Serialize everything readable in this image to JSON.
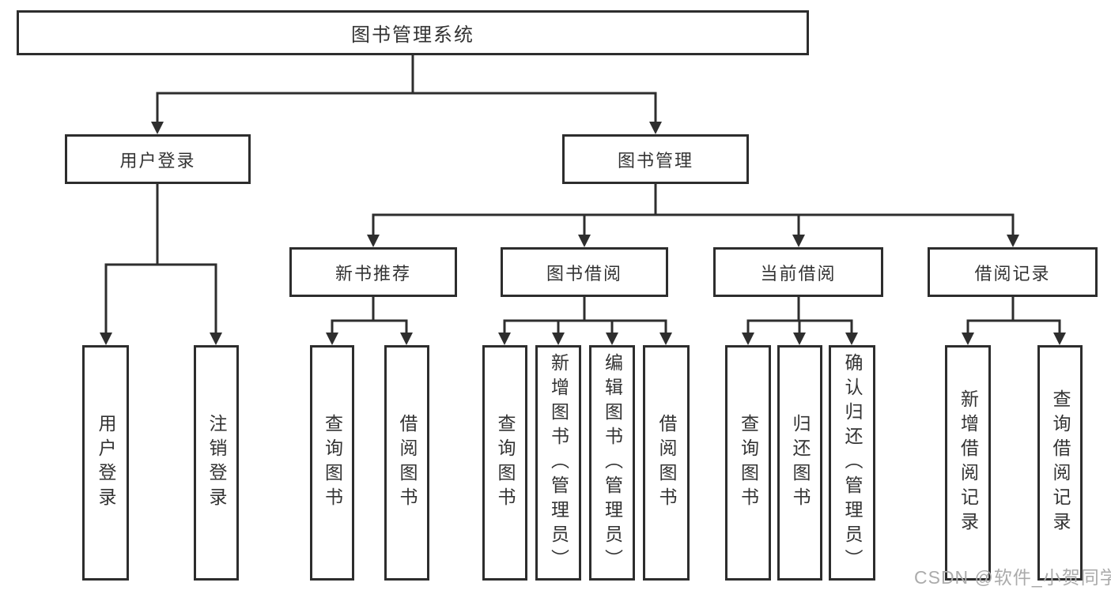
{
  "diagram": {
    "colors": {
      "line": "#2e2e2e",
      "box_border": "#2d2d2d",
      "text": "#333333",
      "background": "#ffffff",
      "watermark": "#ababab"
    },
    "nodes": {
      "root": "图书管理系统",
      "user_login": "用户登录",
      "book_mgmt": "图书管理",
      "new_books": "新书推荐",
      "book_borrow": "图书借阅",
      "current_borrow": "当前借阅",
      "borrow_records": "借阅记录",
      "leaf_user_login": "用户登录",
      "leaf_logout": "注销登录",
      "leaf_nb_query": "查询图书",
      "leaf_nb_borrow": "借阅图书",
      "leaf_bb_query": "查询图书",
      "leaf_bb_add": "新增图书（管理员）",
      "leaf_bb_edit": "编辑图书（管理员）",
      "leaf_bb_lend": "借阅图书",
      "leaf_cb_query": "查询图书",
      "leaf_cb_return": "归还图书",
      "leaf_cb_confirm": "确认归还（管理员）",
      "leaf_br_add": "新增借阅记录",
      "leaf_br_query": "查询借阅记录"
    },
    "structure": {
      "图书管理系统": [
        "用户登录",
        "图书管理"
      ],
      "用户登录": [
        "用户登录",
        "注销登录"
      ],
      "图书管理": [
        "新书推荐",
        "图书借阅",
        "当前借阅",
        "借阅记录"
      ],
      "新书推荐": [
        "查询图书",
        "借阅图书"
      ],
      "图书借阅": [
        "查询图书",
        "新增图书（管理员）",
        "编辑图书（管理员）",
        "借阅图书"
      ],
      "当前借阅": [
        "查询图书",
        "归还图书",
        "确认归还（管理员）"
      ],
      "借阅记录": [
        "新增借阅记录",
        "查询借阅记录"
      ]
    }
  },
  "watermark": {
    "text": "CSDN @软件_小贺同学"
  }
}
